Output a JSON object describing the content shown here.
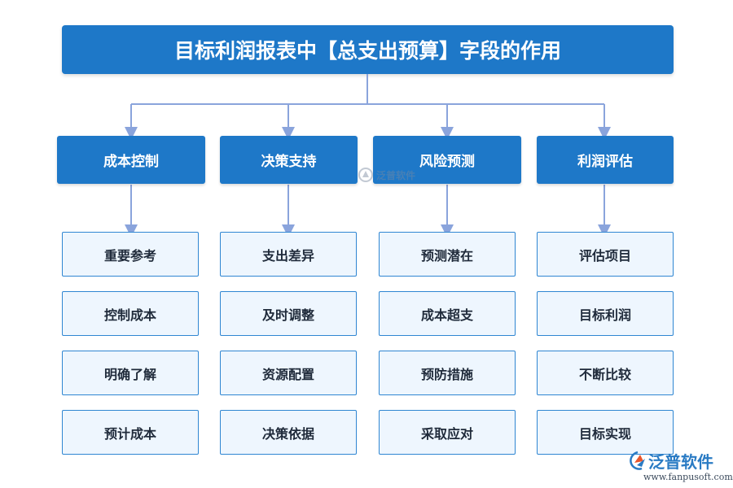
{
  "title": "目标利润报表中【总支出预算】字段的作用",
  "columns": [
    {
      "category": "成本控制",
      "items": [
        "重要参考",
        "控制成本",
        "明确了解",
        "预计成本"
      ]
    },
    {
      "category": "决策支持",
      "items": [
        "支出差异",
        "及时调整",
        "资源配置",
        "决策依据"
      ]
    },
    {
      "category": "风险预测",
      "items": [
        "预测潜在",
        "成本超支",
        "预防措施",
        "采取应对"
      ]
    },
    {
      "category": "利润评估",
      "items": [
        "评估项目",
        "目标利润",
        "不断比较",
        "目标实现"
      ]
    }
  ],
  "watermark": {
    "text": "泛普软件"
  },
  "brand": {
    "name": "泛普软件",
    "url": "www.fanpusoft.com"
  },
  "colors": {
    "primary": "#1e78c8",
    "item_bg": "#eef6fe",
    "item_border": "#2f86d2",
    "connector": "#8aa4dc"
  }
}
